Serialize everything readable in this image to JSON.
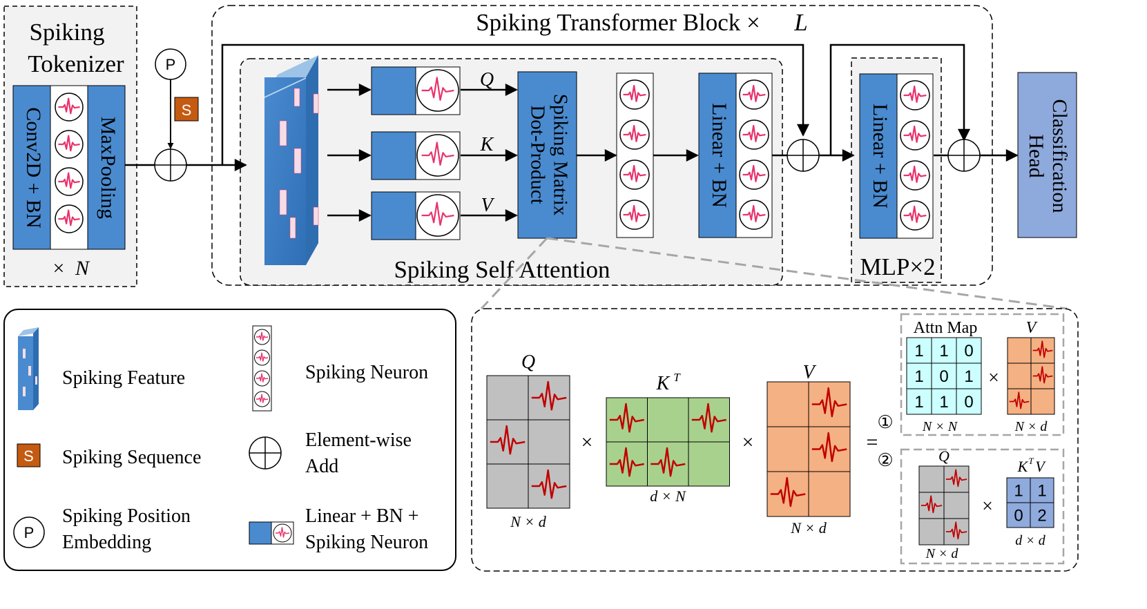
{
  "colors": {
    "block_blue": "#4a8bd0",
    "head_blue": "#8ea9db",
    "spike_pink": "#e8336c",
    "spike_red": "#c00000",
    "panel_fill": "#f2f2f2",
    "seq_orange": "#c55a11",
    "q_gray": "#c0c0c0",
    "k_green": "#a9d18e",
    "v_orange": "#f4b183",
    "attn_cyan": "#ccffff",
    "ktv_blue": "#8faadc"
  },
  "tokenizer": {
    "title_line1": "Spiking",
    "title_line2": "Tokenizer",
    "conv_label": "Conv2D + BN",
    "pool_label": "MaxPooling",
    "repeat_prefix": "×",
    "repeat_var": "N"
  },
  "position": {
    "p_symbol": "P",
    "s_symbol": "S"
  },
  "transformer": {
    "title": "Spiking Transformer Block ×",
    "title_var": "L"
  },
  "ssa": {
    "title": "Spiking Self Attention",
    "q": "Q",
    "k": "K",
    "v": "V",
    "dot_line1": "Spiking Matrix",
    "dot_line2": "Dot-Product",
    "linear_label": "Linear + BN"
  },
  "mlp": {
    "title": "MLP×2",
    "linear_label": "Linear + BN"
  },
  "head": {
    "line1": "Classification",
    "line2": "Head"
  },
  "legend": {
    "feature": "Spiking Feature",
    "neuron": "Spiking Neuron",
    "sequence": "Spiking Sequence",
    "add_line1": "Element-wise",
    "add_line2": "Add",
    "pos_line1": "Spiking Position",
    "pos_line2": "Embedding",
    "lin_line1": "Linear + BN +",
    "lin_line2": "Spiking Neuron",
    "s_symbol": "S",
    "p_symbol": "P"
  },
  "detail": {
    "q_label": "Q",
    "q_dim": "N × d",
    "times": "×",
    "kt_label": "K",
    "kt_sup": "T",
    "kt_dim": "d × N",
    "v_label": "V",
    "v_dim": "N × d",
    "equals": "=",
    "circ1": "①",
    "circ2": "②",
    "attn_title": "Attn Map",
    "attn_values": [
      [
        1,
        1,
        0
      ],
      [
        1,
        0,
        1
      ],
      [
        1,
        1,
        0
      ]
    ],
    "attn_dim": "N × N",
    "v2_label": "V",
    "v2_dim": "N × d",
    "q2_label": "Q",
    "q2_dim": "N × d",
    "ktv_label": "K",
    "ktv_sup": "T",
    "ktv_suffix": "V",
    "ktv_values": [
      [
        1,
        1
      ],
      [
        0,
        2
      ]
    ],
    "ktv_dim": "d × d"
  }
}
